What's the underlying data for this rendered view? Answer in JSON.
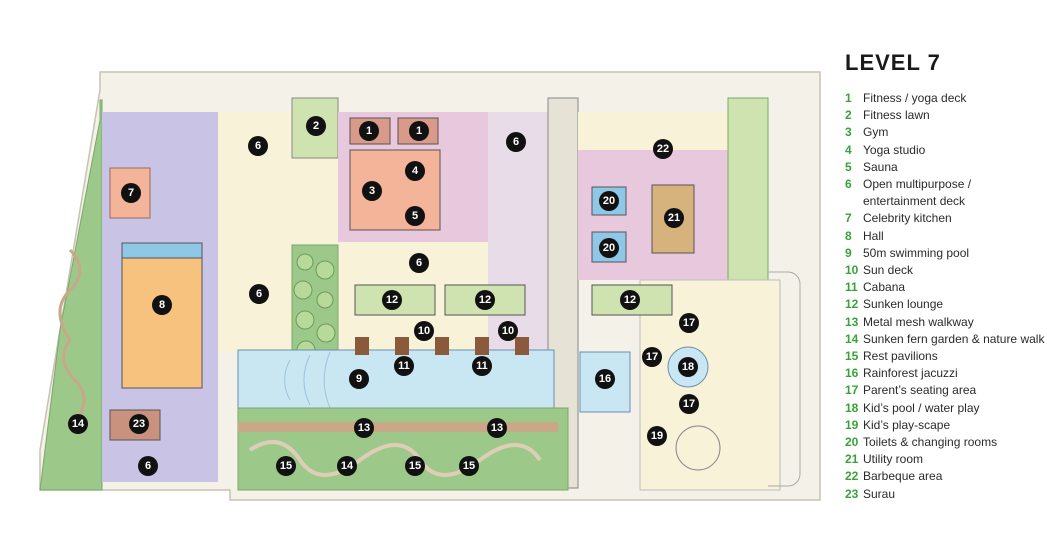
{
  "legend": {
    "title": "LEVEL 7",
    "number_color": "#3aa23a",
    "items": [
      {
        "num": "1",
        "label": "Fitness / yoga deck"
      },
      {
        "num": "2",
        "label": "Fitness lawn"
      },
      {
        "num": "3",
        "label": "Gym"
      },
      {
        "num": "4",
        "label": "Yoga studio"
      },
      {
        "num": "5",
        "label": "Sauna"
      },
      {
        "num": "6",
        "label": "Open multipurpose / entertainment deck"
      },
      {
        "num": "7",
        "label": "Celebrity kitchen"
      },
      {
        "num": "8",
        "label": "Hall"
      },
      {
        "num": "9",
        "label": "50m swimming pool"
      },
      {
        "num": "10",
        "label": "Sun deck"
      },
      {
        "num": "11",
        "label": "Cabana"
      },
      {
        "num": "12",
        "label": "Sunken lounge"
      },
      {
        "num": "13",
        "label": "Metal mesh walkway"
      },
      {
        "num": "14",
        "label": "Sunken fern garden & nature walk"
      },
      {
        "num": "15",
        "label": "Rest pavilions"
      },
      {
        "num": "16",
        "label": "Rainforest jacuzzi"
      },
      {
        "num": "17",
        "label": "Parent’s seating area"
      },
      {
        "num": "18",
        "label": "Kid’s pool / water play"
      },
      {
        "num": "19",
        "label": "Kid’s play-scape"
      },
      {
        "num": "20",
        "label": "Toilets & changing rooms"
      },
      {
        "num": "21",
        "label": "Utility room"
      },
      {
        "num": "22",
        "label": "Barbeque area"
      },
      {
        "num": "23",
        "label": "Surau"
      }
    ]
  },
  "markers": [
    "1",
    "1",
    "2",
    "3",
    "4",
    "5",
    "6",
    "6",
    "6",
    "6",
    "6",
    "7",
    "8",
    "9",
    "10",
    "10",
    "11",
    "11",
    "12",
    "12",
    "12",
    "13",
    "13",
    "14",
    "14",
    "15",
    "15",
    "15",
    "16",
    "17",
    "17",
    "17",
    "18",
    "19",
    "20",
    "20",
    "21",
    "22",
    "23"
  ],
  "colors": {
    "lawn": "#9cc98a",
    "deck": "#f7f2d8",
    "purple": "#c9c4e6",
    "pink": "#e8c8dc",
    "salmon": "#f3b49a",
    "orange": "#f7c27e",
    "pool": "#c9e6f3",
    "tan": "#d6b27c"
  }
}
